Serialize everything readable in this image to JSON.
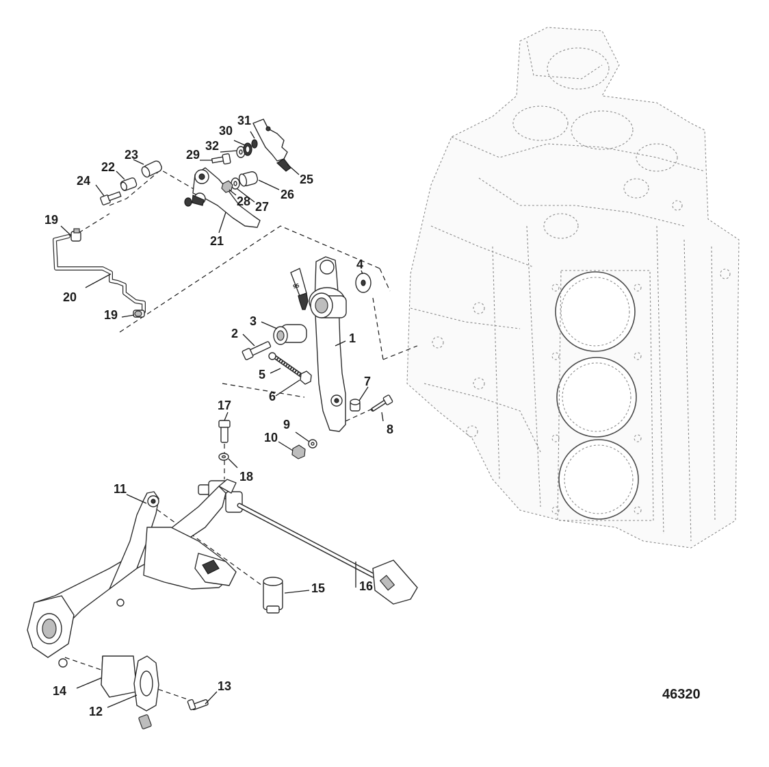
{
  "figure_number": "46320",
  "tube_label": "95",
  "callouts": [
    {
      "id": "1",
      "label": "1"
    },
    {
      "id": "2",
      "label": "2"
    },
    {
      "id": "3",
      "label": "3"
    },
    {
      "id": "4",
      "label": "4"
    },
    {
      "id": "5",
      "label": "5"
    },
    {
      "id": "6",
      "label": "6"
    },
    {
      "id": "7",
      "label": "7"
    },
    {
      "id": "8",
      "label": "8"
    },
    {
      "id": "9",
      "label": "9"
    },
    {
      "id": "10",
      "label": "10"
    },
    {
      "id": "11",
      "label": "11"
    },
    {
      "id": "12",
      "label": "12"
    },
    {
      "id": "13",
      "label": "13"
    },
    {
      "id": "14",
      "label": "14"
    },
    {
      "id": "15",
      "label": "15"
    },
    {
      "id": "16",
      "label": "16"
    },
    {
      "id": "17",
      "label": "17"
    },
    {
      "id": "18",
      "label": "18"
    },
    {
      "id": "19a",
      "label": "19"
    },
    {
      "id": "19b",
      "label": "19"
    },
    {
      "id": "20",
      "label": "20"
    },
    {
      "id": "21",
      "label": "21"
    },
    {
      "id": "22",
      "label": "22"
    },
    {
      "id": "23",
      "label": "23"
    },
    {
      "id": "24",
      "label": "24"
    },
    {
      "id": "25",
      "label": "25"
    },
    {
      "id": "26",
      "label": "26"
    },
    {
      "id": "27",
      "label": "27"
    },
    {
      "id": "28",
      "label": "28"
    },
    {
      "id": "29",
      "label": "29"
    },
    {
      "id": "30",
      "label": "30"
    },
    {
      "id": "31",
      "label": "31"
    },
    {
      "id": "32",
      "label": "32"
    }
  ]
}
